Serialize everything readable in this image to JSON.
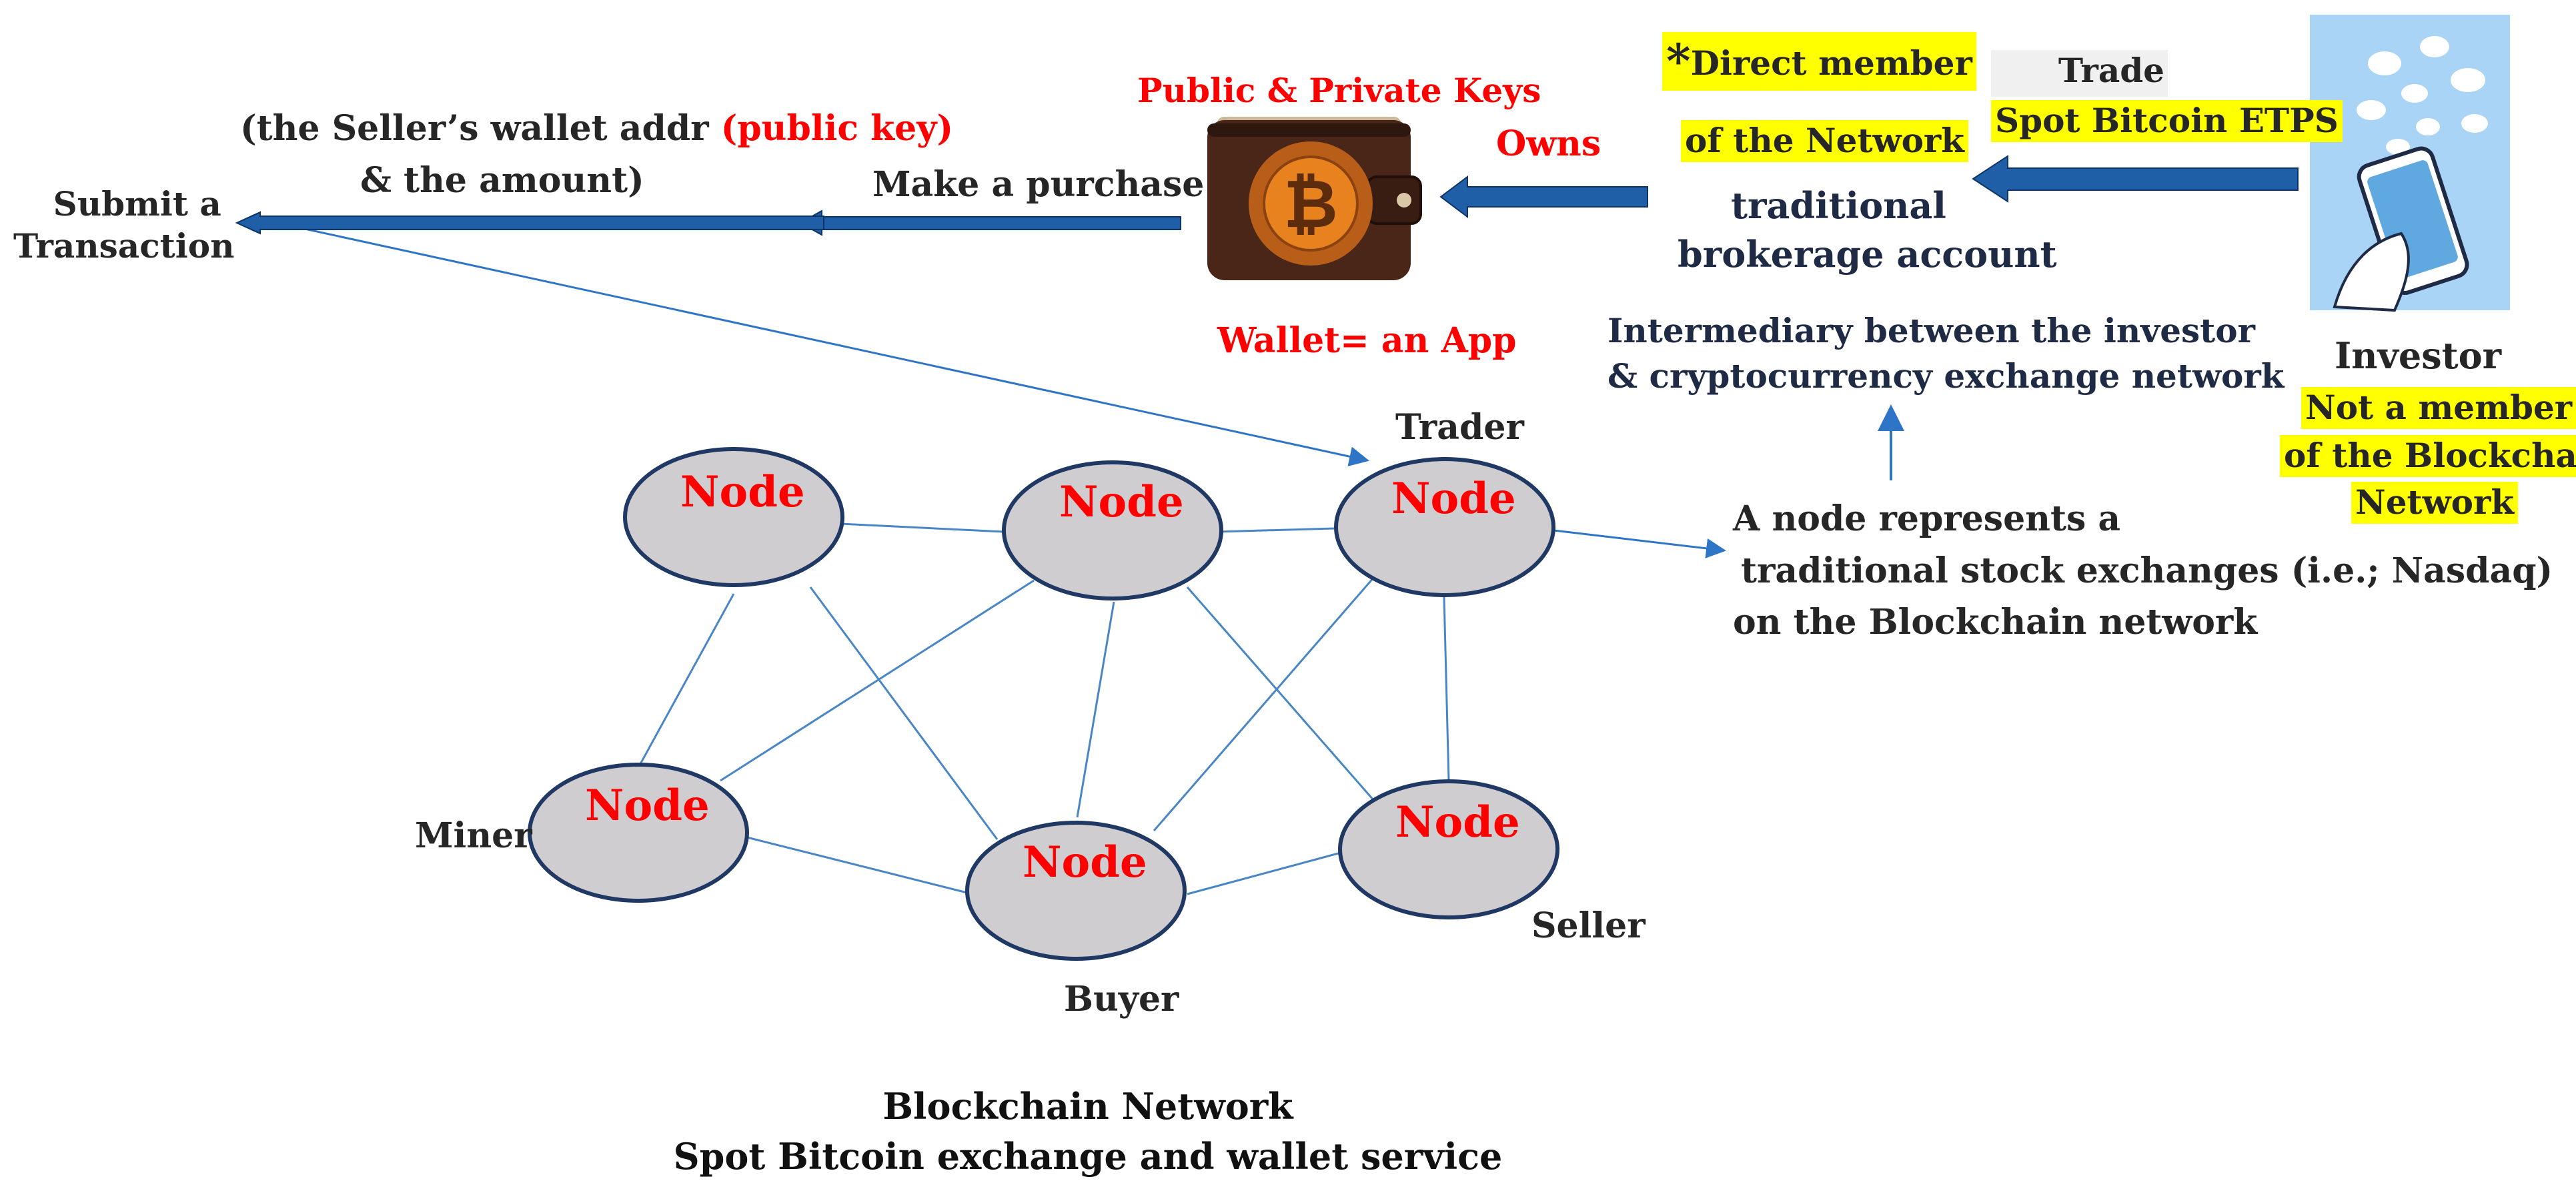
{
  "submit": {
    "line1": "Submit a",
    "line2": "Transaction"
  },
  "seller_wallet": {
    "prefix": "(the Seller’s wallet addr ",
    "public_key": "(public key)",
    "line2": "& the amount)"
  },
  "purchase": {
    "label": "Make a purchase"
  },
  "wallet": {
    "keys_label": "Public & Private Keys",
    "app_label": "Wallet=  an App",
    "icon": "bitcoin-wallet-icon",
    "brown": "#4a2618",
    "orange": "#e8821e"
  },
  "owns": {
    "label": "Owns"
  },
  "member": {
    "star": "*",
    "line1": "Direct member",
    "line2": "of the Network"
  },
  "brokerage": {
    "line1": "traditional",
    "line2": "brokerage account"
  },
  "trade": {
    "line1": "Trade",
    "line2": "Spot Bitcoin ETPS"
  },
  "investor": {
    "label": "Investor",
    "note1": "Not a member",
    "note2": "of the Blockchain",
    "note3": "Network",
    "icon": "investor-phone-icon",
    "bg": "#a9d4f5"
  },
  "intermediary": {
    "line1": "Intermediary between the investor",
    "line2": "& cryptocurrency exchange network"
  },
  "node_note": {
    "line1": "A node represents a",
    "line2": "traditional stock exchanges (i.e.; Nasdaq)",
    "line3": "on the Blockchain network"
  },
  "nodes": {
    "n1": {
      "label": "Node",
      "role": ""
    },
    "n2": {
      "label": "Node",
      "role": ""
    },
    "n3": {
      "label": "Node",
      "role": "Trader"
    },
    "n4": {
      "label": "Node",
      "role": "Miner"
    },
    "n5": {
      "label": "Node",
      "role": "Buyer"
    },
    "n6": {
      "label": "Node",
      "role": "Seller"
    }
  },
  "footer": {
    "line1": "Blockchain Network",
    "line2": "Spot Bitcoin exchange and wallet service"
  },
  "colors": {
    "node_fill": "#d0cdd0",
    "node_stroke": "#1f3864",
    "edge": "#4a86c6",
    "arrow_fill": "#1f5fa8",
    "highlight": "#ffff00",
    "red": "#ff0000"
  }
}
